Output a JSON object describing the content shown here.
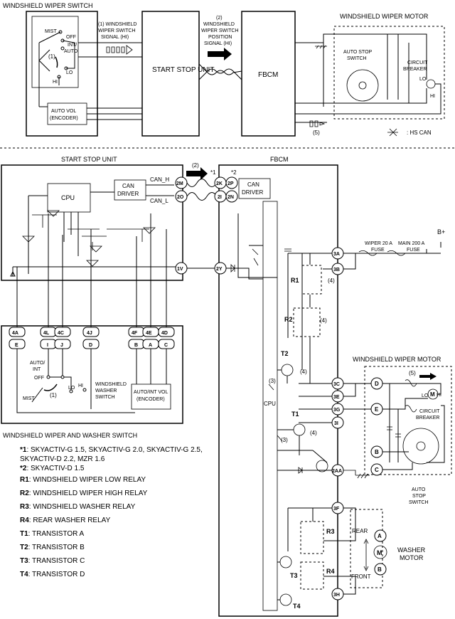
{
  "top": {
    "wiper_switch_title": "WINDSHIELD WIPER SWITCH",
    "motor_title": "WINDSHIELD WIPER MOTOR",
    "start_stop_unit": "START STOP UNIT",
    "fbcm": "FBCM",
    "sig1": [
      "(1) WINDSHIELD",
      "WIPER SWITCH",
      "SIGNAL (HI)"
    ],
    "sig2": [
      "(2)",
      "WINDSHIELD",
      "WIPER SWITCH",
      "POSITION",
      "SIGNAL (HI)"
    ],
    "mist": "MIST",
    "off": "OFF",
    "int_auto": [
      "INT/",
      "AUTO"
    ],
    "lo": "LO",
    "hi": "HI",
    "n1": "(1)",
    "auto_vol": [
      "AUTO VOL",
      "(ENCODER)"
    ],
    "auto_stop": [
      "AUTO STOP",
      "SWITCH"
    ],
    "circuit_breaker": [
      "CIRCUIT",
      "BREAKER"
    ],
    "motor_lo": "LO",
    "motor_hi": "HI",
    "n5": "(5)",
    "hs_can": ": HS CAN"
  },
  "bottom": {
    "start_stop_unit": "START STOP UNIT",
    "fbcm": "FBCM",
    "cpu": "CPU",
    "can_driver": [
      "CAN",
      "DRIVER"
    ],
    "can_h": "CAN_H",
    "can_l": "CAN_L",
    "n2": "(2)",
    "star1": "*1",
    "star2": "*2",
    "terms_ssu": [
      "2M",
      "2O",
      "1V"
    ],
    "terms_fbcm_can": [
      "2K",
      "2P",
      "2I",
      "2N",
      "2Y"
    ],
    "terms_fbcm_right": [
      "3A",
      "3B",
      "3C",
      "3E",
      "3G",
      "3I",
      "2AA",
      "3F",
      "3H"
    ],
    "fuse_wiper": [
      "WIPER 20 A",
      "FUSE"
    ],
    "fuse_main": [
      "MAIN 200 A",
      "FUSE"
    ],
    "bplus": "B+",
    "r1": "R1",
    "r2": "R2",
    "r3": "R3",
    "r4": "R4",
    "t1": "T1",
    "t2": "T2",
    "t3": "T3",
    "t4": "T4",
    "n3a": "(3)",
    "n3b": "(3)",
    "n4a": "(4)",
    "n4b": "(4)",
    "n4c": "(4)",
    "n4d": "(4)",
    "n5": "(5)",
    "cpu_fbcm": "CPU",
    "switch_terms_top": [
      "4A",
      "4L",
      "4C",
      "4J",
      "4F",
      "4E",
      "4D"
    ],
    "switch_terms_bot": [
      "E",
      "I",
      "J",
      "D",
      "B",
      "A",
      "C"
    ],
    "sw_auto_int": [
      "AUTO/",
      "INT"
    ],
    "sw_off": "OFF",
    "sw_lo": "LO",
    "sw_hi": "HI",
    "sw_mist": "MIST",
    "sw_n1": "(1)",
    "washer_switch": [
      "WINDSHIELD",
      "WASHER",
      "SWITCH"
    ],
    "auto_int_vol": [
      "AUTO/INT VOL",
      "(ENCODER)"
    ],
    "switch_title": "WINDSHIELD WIPER AND WASHER SWITCH",
    "motor_title": "WINDSHIELD WIPER MOTOR",
    "motor_terms": [
      "D",
      "E",
      "B",
      "C"
    ],
    "motor_lo": "LO",
    "motor_hi": "HI",
    "circuit_breaker": [
      "CIRCUIT",
      "BREAKER"
    ],
    "auto_stop": [
      "AUTO",
      "STOP",
      "SWITCH"
    ],
    "rear": "REAR",
    "front": "FRONT",
    "washer_motor": [
      "WASHER",
      "MOTOR"
    ],
    "washer_terms": [
      "A",
      "B"
    ],
    "m": "M"
  },
  "legend": [
    {
      "key": "*1",
      "text": ": SKYACTIV-G 1.5, SKYACTIV-G 2.0, SKYACTIV-G 2.5,"
    },
    {
      "key": "",
      "text": "SKYACTIV-D 2.2, MZR 1.6"
    },
    {
      "key": "*2",
      "text": ": SKYACTIV-D 1.5"
    },
    {
      "key": "R1",
      "text": ": WINDSHIELD WIPER LOW RELAY"
    },
    {
      "key": "R2",
      "text": ": WINDSHIELD WIPER HIGH RELAY"
    },
    {
      "key": "R3",
      "text": ": WINDSHIELD WASHER RELAY"
    },
    {
      "key": "R4",
      "text": ": REAR WASHER RELAY"
    },
    {
      "key": "T1",
      "text": ": TRANSISTOR A"
    },
    {
      "key": "T2",
      "text": ": TRANSISTOR B"
    },
    {
      "key": "T3",
      "text": ": TRANSISTOR C"
    },
    {
      "key": "T4",
      "text": ": TRANSISTOR D"
    }
  ]
}
